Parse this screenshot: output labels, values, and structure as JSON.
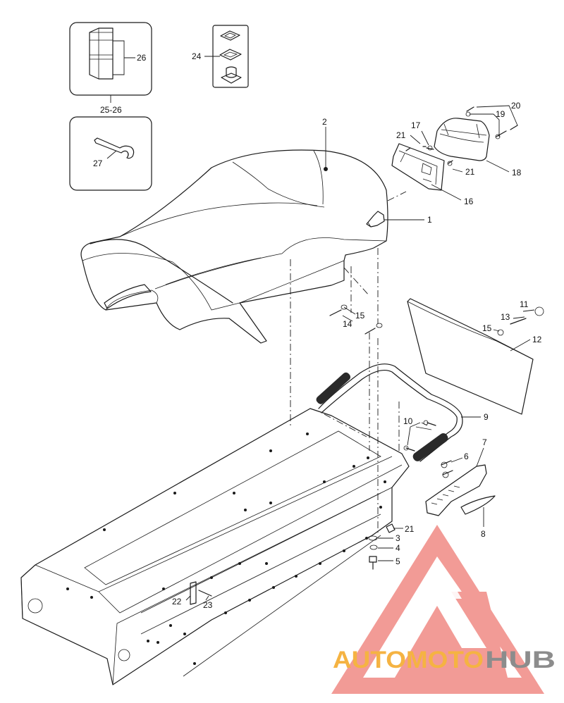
{
  "callouts": {
    "c1": "1",
    "c2": "2",
    "c3": "3",
    "c4": "4",
    "c5": "5",
    "c6": "6",
    "c7": "7",
    "c8": "8",
    "c9": "9",
    "c10": "10",
    "c11": "11",
    "c12": "12",
    "c13": "13",
    "c14": "14",
    "c15a": "15",
    "c15b": "15",
    "c16": "16",
    "c17": "17",
    "c18": "18",
    "c19": "19",
    "c20": "20",
    "c21a": "21",
    "c21b": "21",
    "c21c": "21",
    "c22": "22",
    "c23": "23",
    "c24": "24",
    "c25_26": "25-26",
    "c26": "26",
    "c27": "27"
  },
  "watermark": {
    "part1": "AUTOMOTO",
    "part2": "HUB",
    "color_primary": "#f5b342",
    "color_secondary": "#8c8c8c",
    "triangle_color": "#f08a84"
  }
}
